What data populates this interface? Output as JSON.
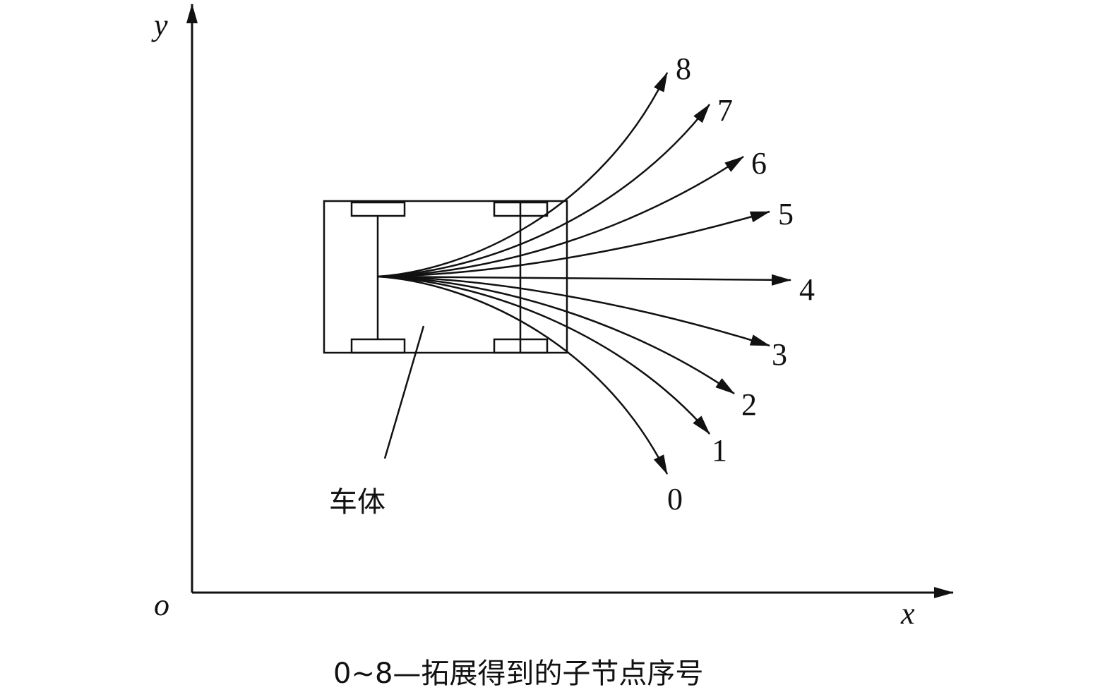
{
  "axes": {
    "x_label": "x",
    "y_label": "y",
    "origin_label": "o"
  },
  "vehicle_label": "车体",
  "branches": [
    {
      "id": "0",
      "label": "0"
    },
    {
      "id": "1",
      "label": "1"
    },
    {
      "id": "2",
      "label": "2"
    },
    {
      "id": "3",
      "label": "3"
    },
    {
      "id": "4",
      "label": "4"
    },
    {
      "id": "5",
      "label": "5"
    },
    {
      "id": "6",
      "label": "6"
    },
    {
      "id": "7",
      "label": "7"
    },
    {
      "id": "8",
      "label": "8"
    }
  ],
  "caption": "0~8—拓展得到的子节点序号",
  "colors": {
    "stroke": "#111111",
    "background": "#ffffff"
  }
}
